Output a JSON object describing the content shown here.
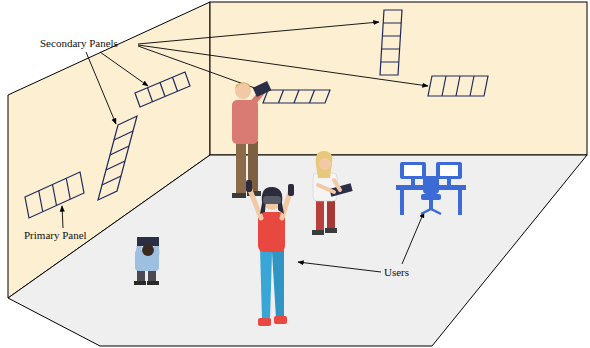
{
  "diagram": {
    "labels": [
      "Secondary Panels",
      "Primary Panel",
      "Users"
    ]
  }
}
